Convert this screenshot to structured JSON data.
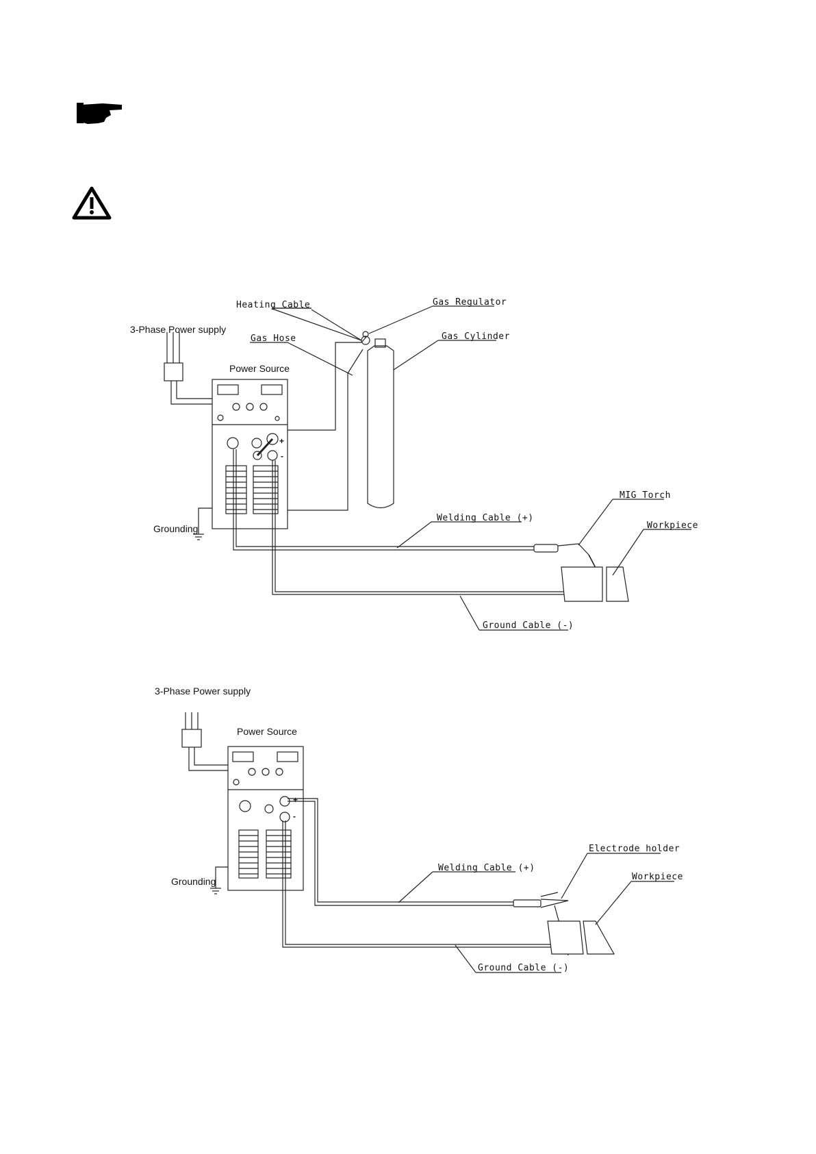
{
  "icons": {
    "note": "pointing-hand-icon",
    "warning": "warning-triangle-icon"
  },
  "diagram_mig": {
    "power_supply": "3-Phase Power supply",
    "power_source": "Power Source",
    "heating_cable": "Heating Cable",
    "gas_hose": "Gas Hose",
    "gas_regulator": "Gas Regulator",
    "gas_cylinder": "Gas Cylinder",
    "mig_torch": "MIG Torch",
    "workpiece": "Workpiece",
    "welding_cable": "Welding Cable (+)",
    "ground_cable": "Ground Cable (-)",
    "grounding": "Grounding"
  },
  "diagram_mma": {
    "power_supply": "3-Phase Power supply",
    "power_source": "Power Source",
    "electrode_holder": "Electrode holder",
    "workpiece": "Workpiece",
    "welding_cable": "Welding Cable (+)",
    "ground_cable": "Ground Cable (-)",
    "grounding": "Grounding"
  },
  "terminal_marks": {
    "plus": "+",
    "minus": "-"
  }
}
